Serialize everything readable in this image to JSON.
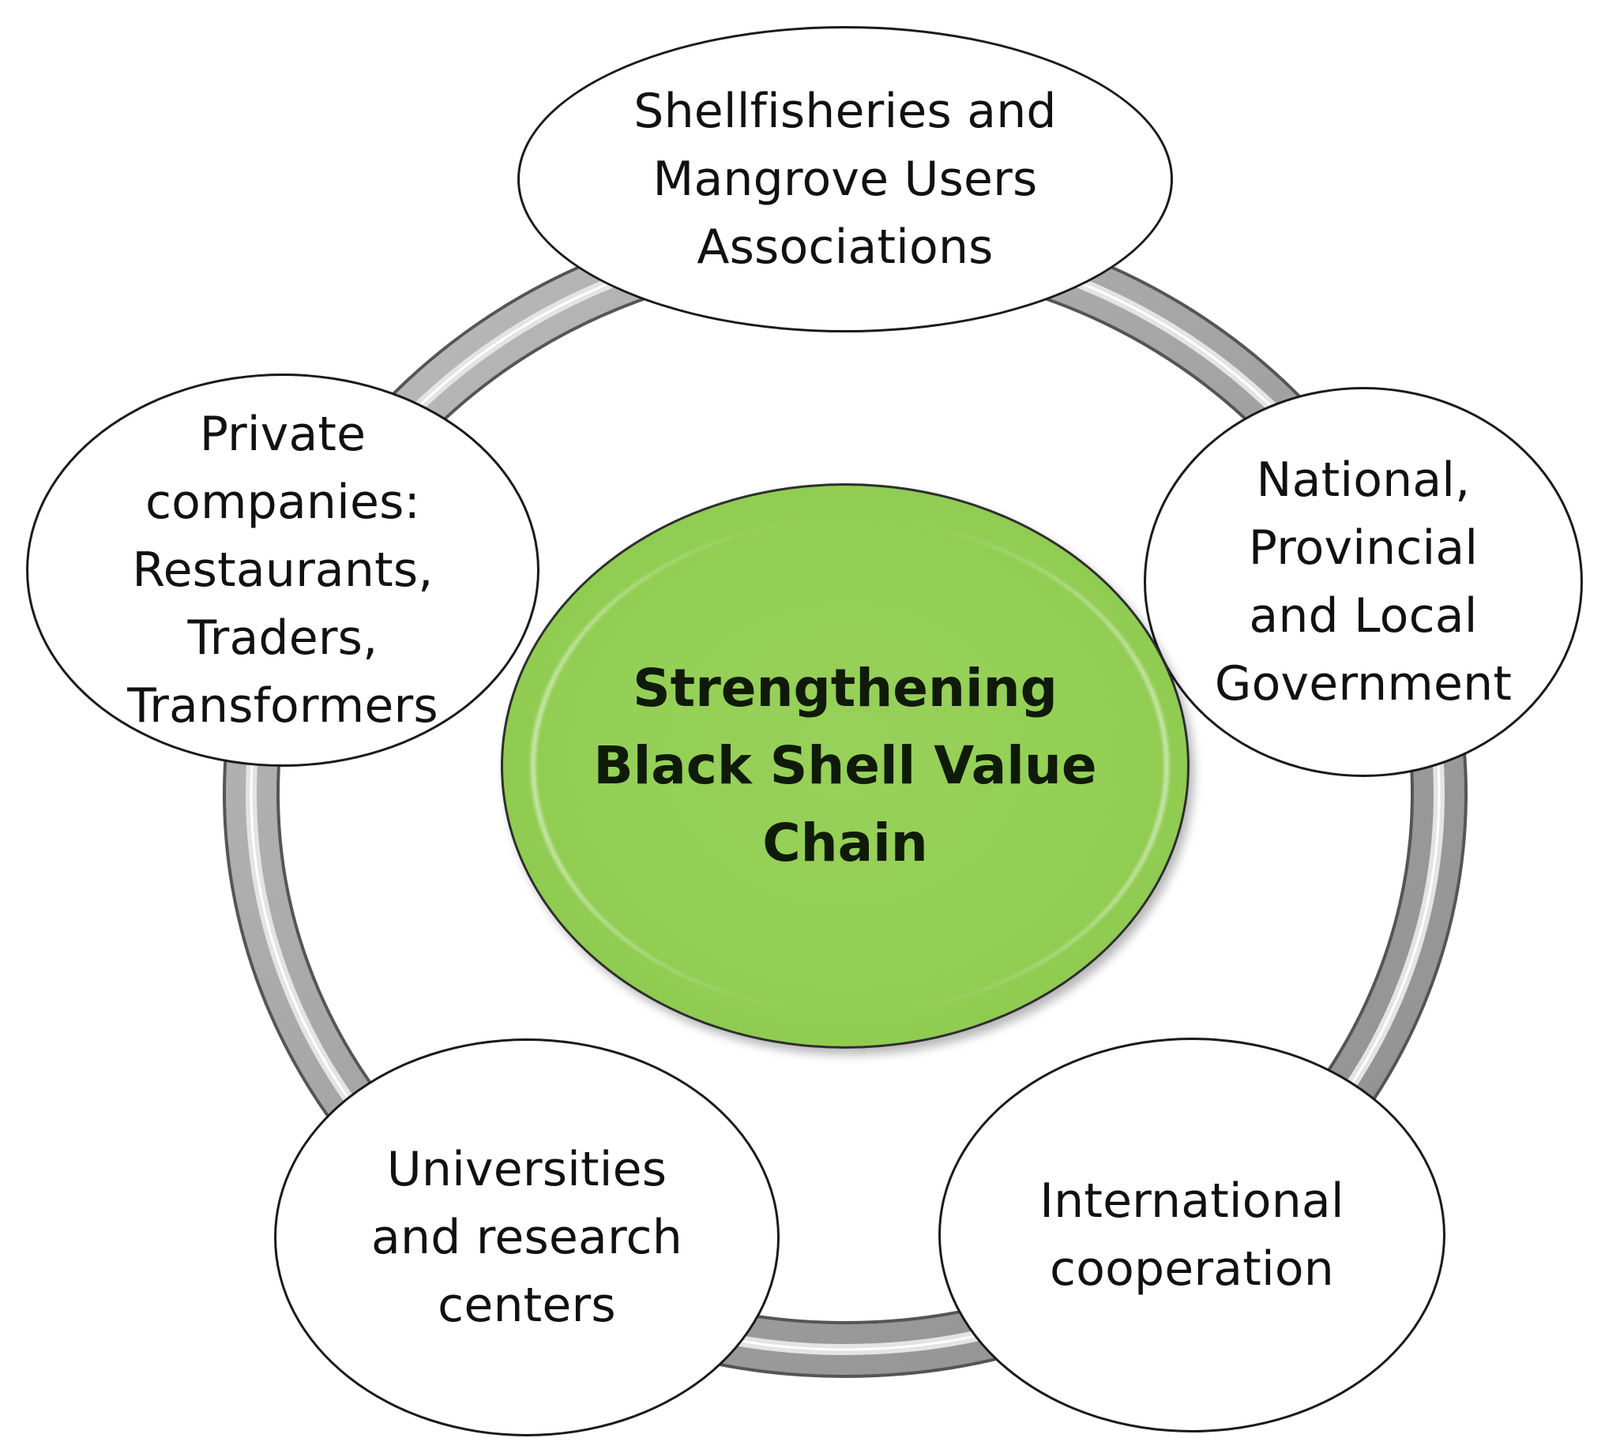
{
  "center": {
    "lines": [
      "Strengthening",
      "Black Shell Value",
      "Chain"
    ],
    "fill_color": "#92d050"
  },
  "nodes": [
    {
      "id": "shellfisheries",
      "lines": [
        "Shellfisheries and",
        "Mangrove Users",
        "Associations"
      ]
    },
    {
      "id": "government",
      "lines": [
        "National,",
        "Provincial",
        "and Local",
        "Government"
      ]
    },
    {
      "id": "international",
      "lines": [
        "International",
        "cooperation"
      ]
    },
    {
      "id": "universities",
      "lines": [
        "Universities",
        "and research",
        "centers"
      ]
    },
    {
      "id": "private",
      "lines": [
        "Private",
        "companies:",
        "Restaurants,",
        "Traders,",
        "Transformers"
      ]
    }
  ],
  "ring_color": "#a6a6a6"
}
